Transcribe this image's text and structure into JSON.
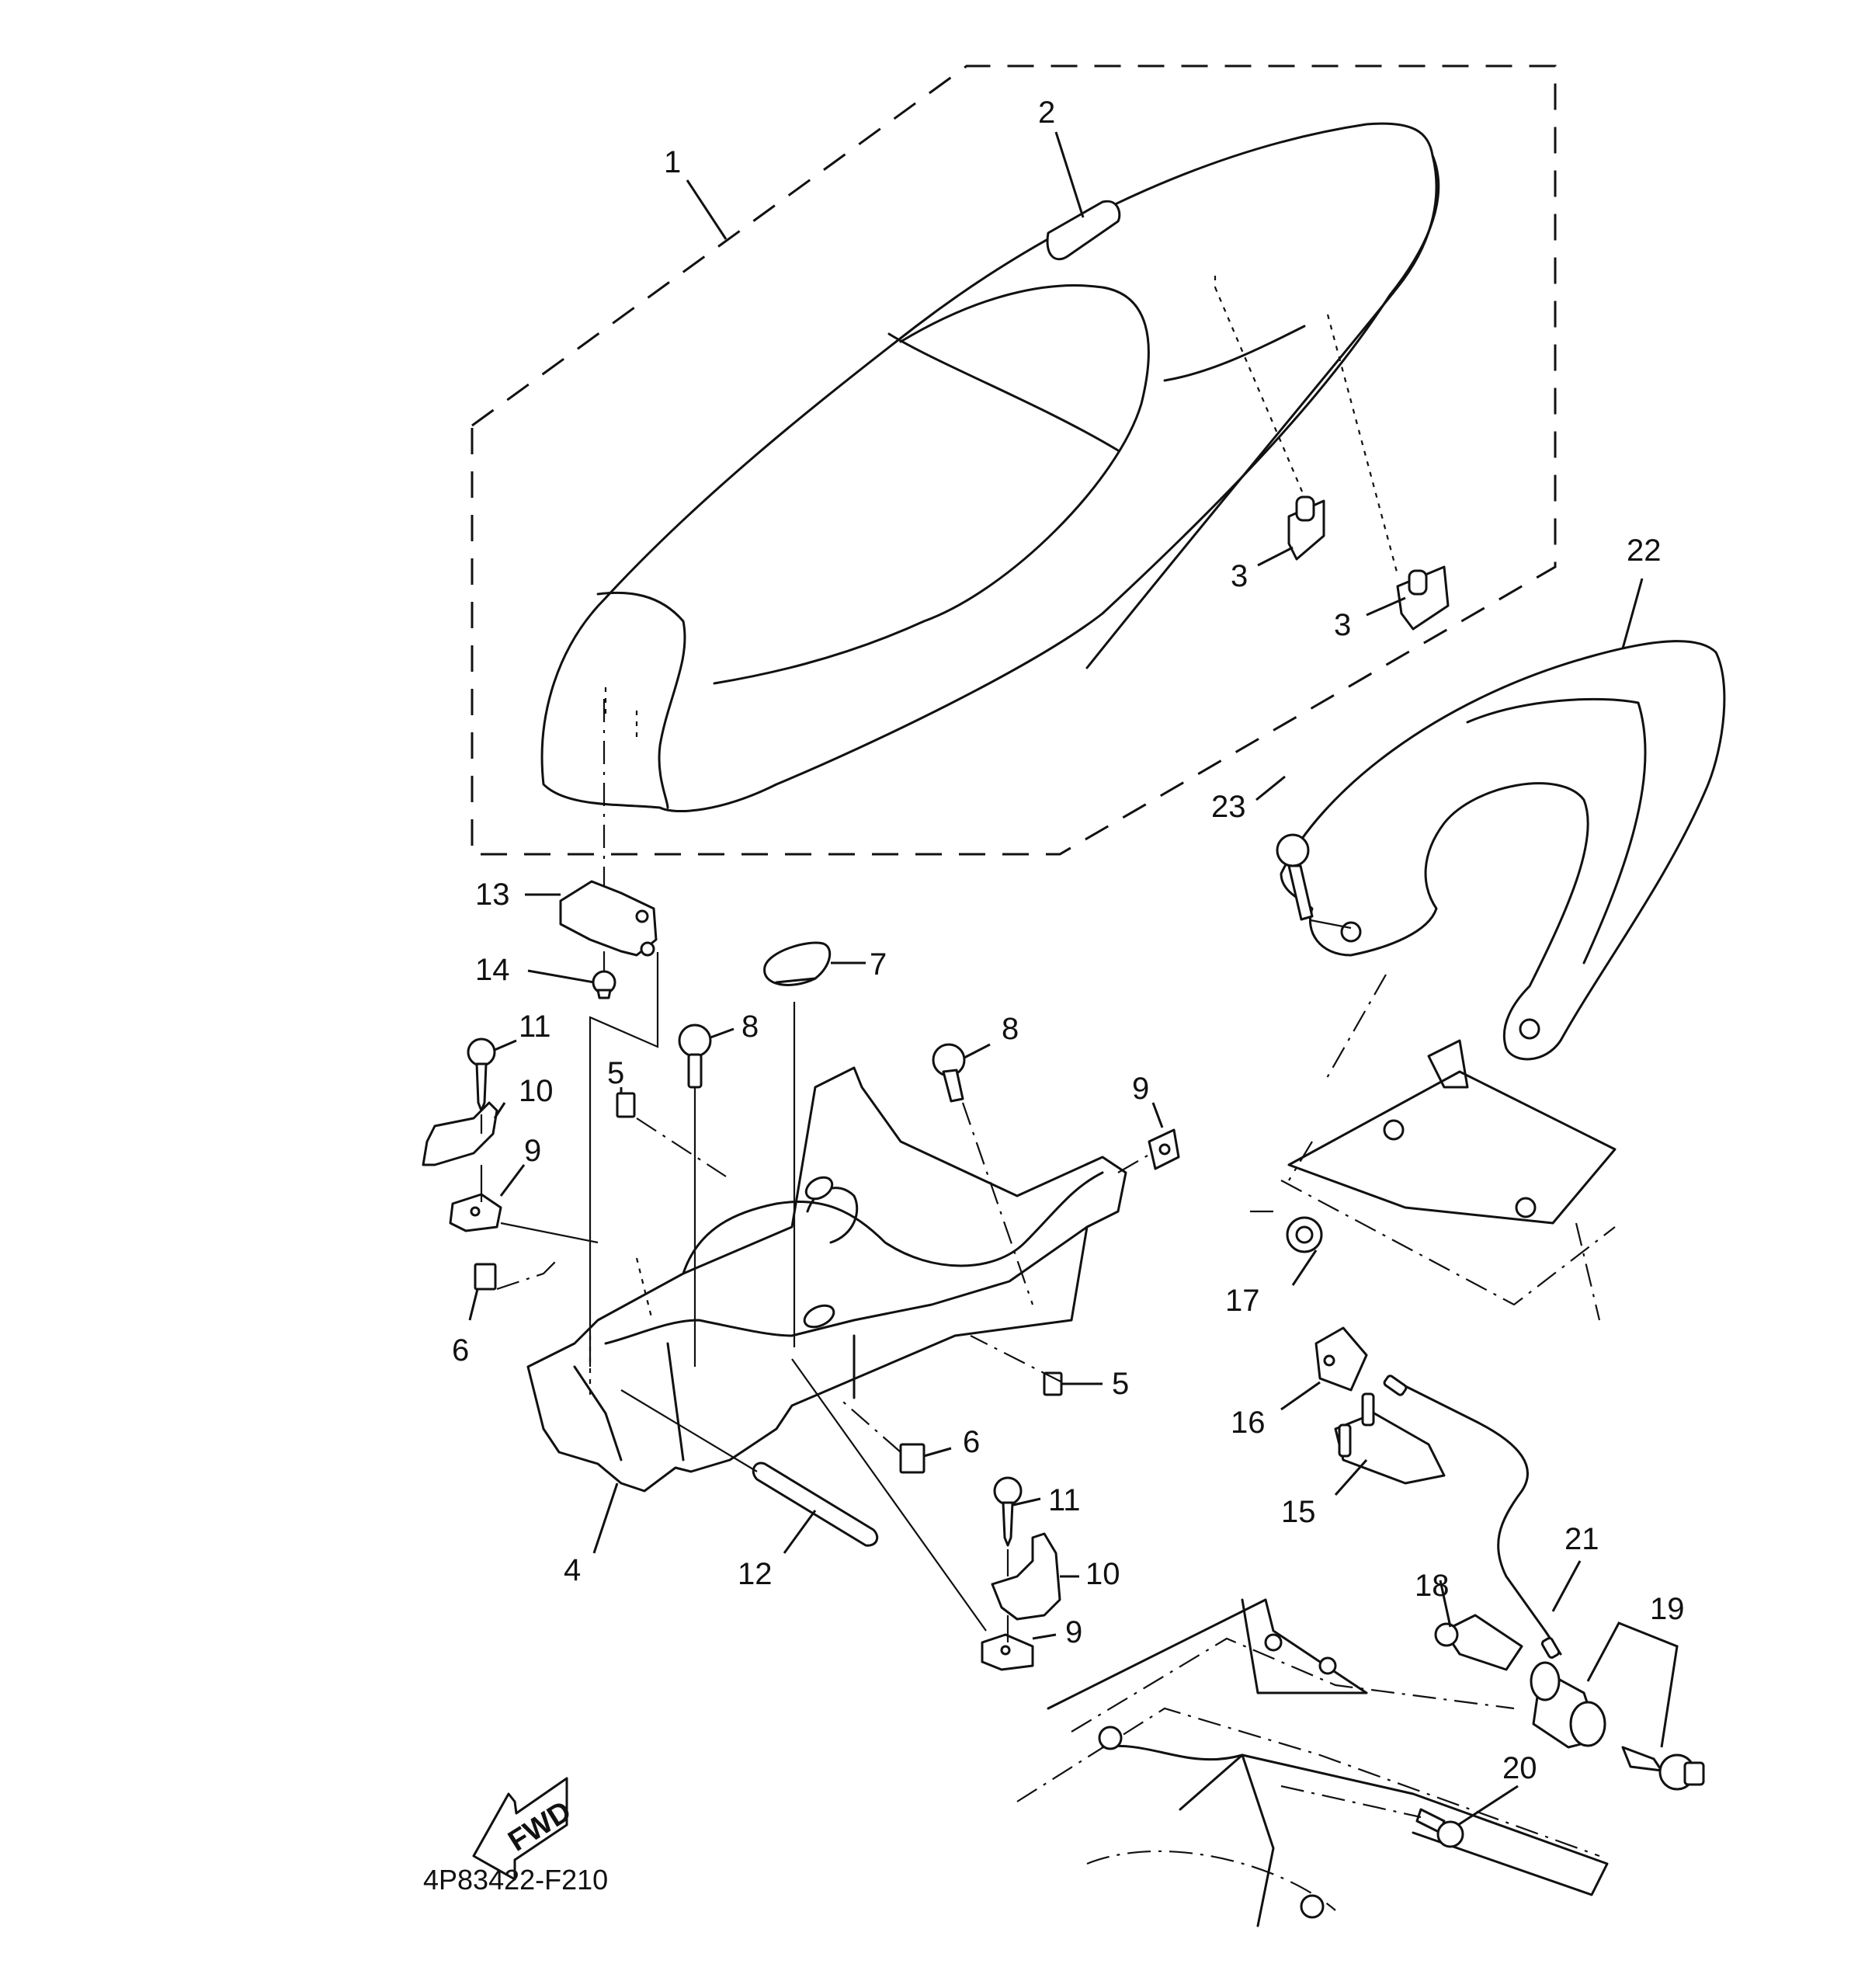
{
  "diagram": {
    "title": "Seat assembly exploded parts diagram",
    "drawing_code": "4P83422-F210",
    "direction_indicator": "FWD",
    "callouts": [
      {
        "id": "1",
        "label": "1"
      },
      {
        "id": "2",
        "label": "2"
      },
      {
        "id": "3a",
        "label": "3"
      },
      {
        "id": "3b",
        "label": "3"
      },
      {
        "id": "4",
        "label": "4"
      },
      {
        "id": "5a",
        "label": "5"
      },
      {
        "id": "5b",
        "label": "5"
      },
      {
        "id": "6a",
        "label": "6"
      },
      {
        "id": "6b",
        "label": "6"
      },
      {
        "id": "7",
        "label": "7"
      },
      {
        "id": "8a",
        "label": "8"
      },
      {
        "id": "8b",
        "label": "8"
      },
      {
        "id": "9a",
        "label": "9"
      },
      {
        "id": "9b",
        "label": "9"
      },
      {
        "id": "9c",
        "label": "9"
      },
      {
        "id": "10a",
        "label": "10"
      },
      {
        "id": "10b",
        "label": "10"
      },
      {
        "id": "11a",
        "label": "11"
      },
      {
        "id": "11b",
        "label": "11"
      },
      {
        "id": "12",
        "label": "12"
      },
      {
        "id": "13",
        "label": "13"
      },
      {
        "id": "14",
        "label": "14"
      },
      {
        "id": "15",
        "label": "15"
      },
      {
        "id": "16",
        "label": "16"
      },
      {
        "id": "17",
        "label": "17"
      },
      {
        "id": "18",
        "label": "18"
      },
      {
        "id": "19",
        "label": "19"
      },
      {
        "id": "20",
        "label": "20"
      },
      {
        "id": "21",
        "label": "21"
      },
      {
        "id": "22",
        "label": "22"
      },
      {
        "id": "23",
        "label": "23"
      }
    ]
  }
}
